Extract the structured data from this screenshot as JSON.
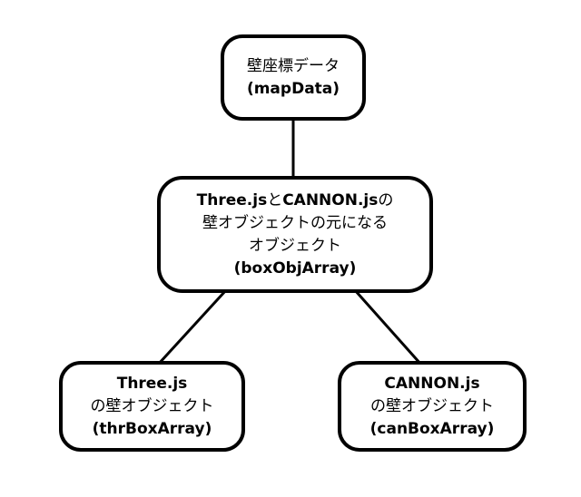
{
  "diagram": {
    "background_color": "#ffffff",
    "stroke_color": "#000000",
    "nodes": {
      "map_data": {
        "label_jp": "壁座標データ",
        "var": "(mapData)"
      },
      "box_obj_array": {
        "line1_lib1": "Three.js",
        "line1_and": "と",
        "line1_lib2": "CANNON.js",
        "line1_no": "の",
        "line2": "壁オブジェクトの元になる",
        "line3": "オブジェクト",
        "var": "(boxObjArray)"
      },
      "thr_box_array": {
        "lib": "Three.js",
        "label_jp": "の壁オブジェクト",
        "var": "(thrBoxArray)"
      },
      "can_box_array": {
        "lib": "CANNON.js",
        "label_jp": "の壁オブジェクト",
        "var": "(canBoxArray)"
      }
    }
  }
}
